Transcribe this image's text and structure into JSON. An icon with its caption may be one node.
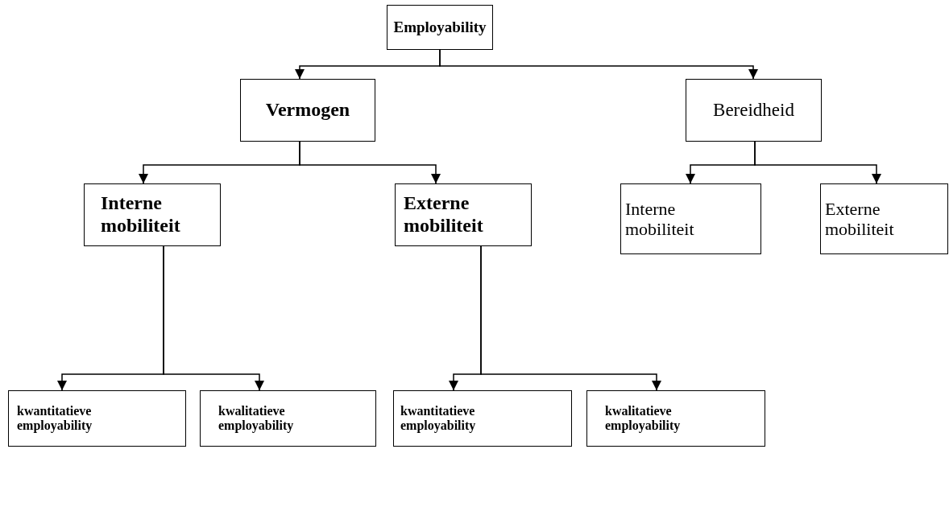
{
  "diagram": {
    "nodes": [
      {
        "text": [
          "Employability"
        ]
      },
      {
        "text": [
          "Vermogen"
        ]
      },
      {
        "text": [
          "Bereidheid"
        ]
      },
      {
        "text": [
          "Interne mobiliteit"
        ]
      },
      {
        "text": [
          "Externe mobiliteit"
        ]
      },
      {
        "text": [
          "Interne mobiliteit"
        ]
      },
      {
        "text": [
          "Externe mobiliteit"
        ]
      },
      {
        "text": [
          "kwantitatieve employability"
        ]
      },
      {
        "text": [
          "kwalitatieve employability"
        ]
      },
      {
        "text": [
          "kwantitatieve employability"
        ]
      },
      {
        "text": [
          "kwalitatieve employability"
        ]
      }
    ],
    "edges": [
      {
        "from": 0,
        "to": 1,
        "arrow": "to"
      },
      {
        "from": 0,
        "to": 2,
        "arrow": "to"
      },
      {
        "from": 1,
        "to": 3,
        "arrow": "to"
      },
      {
        "from": 1,
        "to": 4,
        "arrow": "to"
      },
      {
        "from": 2,
        "to": 5,
        "arrow": "to"
      },
      {
        "from": 2,
        "to": 6,
        "arrow": "to"
      },
      {
        "from": 3,
        "to": 7,
        "arrow": "to"
      },
      {
        "from": 3,
        "to": 8,
        "arrow": "to"
      },
      {
        "from": 4,
        "to": 9,
        "arrow": "to"
      },
      {
        "from": 4,
        "to": 10,
        "arrow": "to"
      }
    ]
  }
}
